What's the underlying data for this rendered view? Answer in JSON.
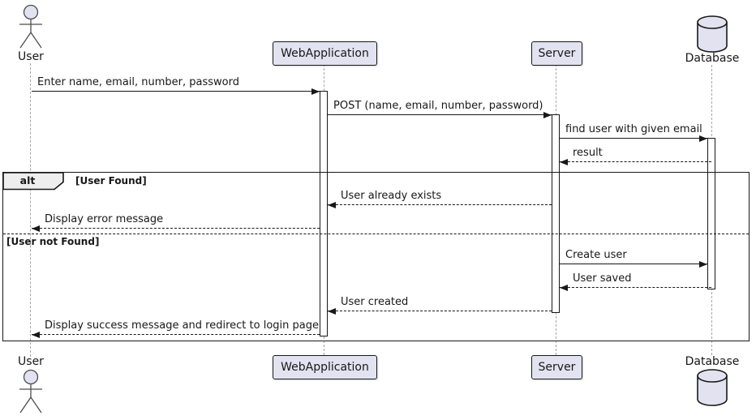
{
  "diagram_type": "sequence",
  "participants": [
    {
      "id": "user",
      "type": "actor",
      "label": "User"
    },
    {
      "id": "webapplication",
      "type": "participant",
      "label": "WebApplication"
    },
    {
      "id": "server",
      "type": "participant",
      "label": "Server"
    },
    {
      "id": "database",
      "type": "database",
      "label": "Database"
    }
  ],
  "messages": [
    {
      "from": "User",
      "to": "WebApplication",
      "text": "Enter name, email, number, password",
      "line": "solid"
    },
    {
      "from": "WebApplication",
      "to": "Server",
      "text": "POST (name, email, number, password)",
      "line": "solid"
    },
    {
      "from": "Server",
      "to": "Database",
      "text": "find user with given email",
      "line": "solid"
    },
    {
      "from": "Database",
      "to": "Server",
      "text": "result",
      "line": "dashed"
    },
    {
      "from": "Server",
      "to": "WebApplication",
      "text": "User already exists",
      "line": "dashed"
    },
    {
      "from": "WebApplication",
      "to": "User",
      "text": "Display error message",
      "line": "dashed"
    },
    {
      "from": "Server",
      "to": "Database",
      "text": "Create user",
      "line": "solid"
    },
    {
      "from": "Database",
      "to": "Server",
      "text": "User saved",
      "line": "dashed"
    },
    {
      "from": "Server",
      "to": "WebApplication",
      "text": "User created",
      "line": "dashed"
    },
    {
      "from": "WebApplication",
      "to": "User",
      "text": "Display success message and redirect to login page",
      "line": "dashed"
    }
  ],
  "alt_frame": {
    "operator": "alt",
    "sections": [
      {
        "condition": "[User Found]"
      },
      {
        "condition": "[User not Found]"
      }
    ]
  },
  "colors": {
    "participant_fill": "#E2E2F0",
    "border": "#181818",
    "lifeline": "#A6A6A6",
    "frame_label_fill": "#EEEEEE",
    "background": "#FFFFFF"
  }
}
